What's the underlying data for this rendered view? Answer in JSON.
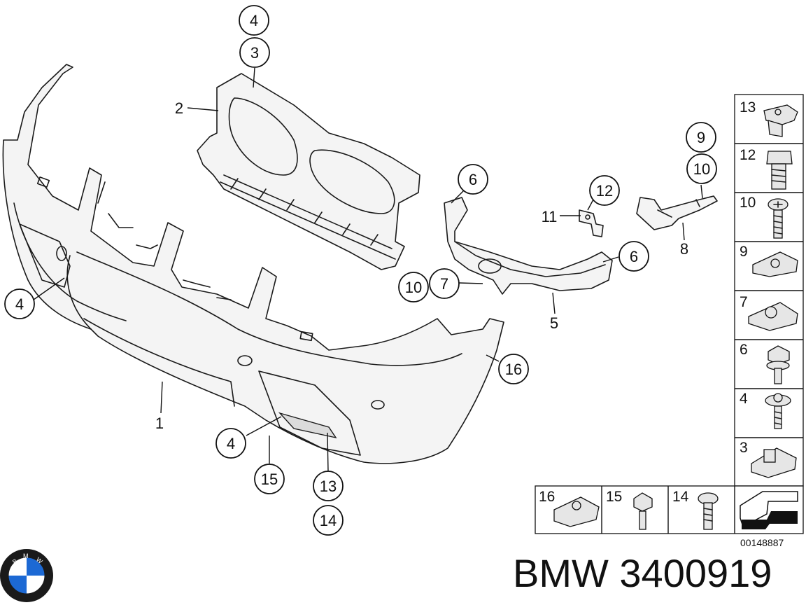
{
  "diagram": {
    "callouts": {
      "c4_top": "4",
      "c3_top": "3",
      "c6_upper": "6",
      "c12": "12",
      "c9": "9",
      "c10_right": "10",
      "c6_right": "6",
      "c10_left": "10",
      "c7": "7",
      "c4_left": "4",
      "c16": "16",
      "c4_bottom": "4",
      "c15": "15",
      "c13": "13",
      "c14": "14"
    },
    "labels": {
      "l2": "2",
      "l11": "11",
      "l8": "8",
      "l5": "5",
      "l1": "1"
    }
  },
  "hardware_panel": {
    "column": [
      "13",
      "12",
      "10",
      "9",
      "7",
      "6",
      "4",
      "3"
    ],
    "bottom_row": [
      "16",
      "15",
      "14"
    ]
  },
  "footer": {
    "doc_number": "00148887",
    "title": "BMW 3400919"
  },
  "brand": {
    "logo_letters": "BMW",
    "colors": {
      "blue": "#1c69d4",
      "white": "#ffffff",
      "ring": "#1a1a1a"
    }
  }
}
